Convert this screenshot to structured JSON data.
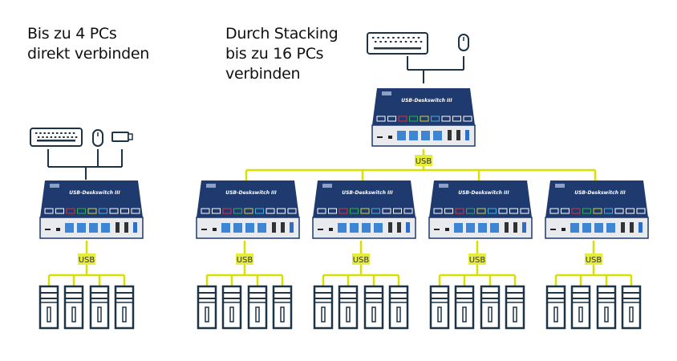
{
  "captions": {
    "left": [
      "Bis zu 4 PCs",
      "direkt verbinden"
    ],
    "right": [
      "Durch Stacking",
      "bis zu 16 PCs",
      "verbinden"
    ]
  },
  "switch_label": "USB-Deskswitch III",
  "usb_label": "USB",
  "colors": {
    "usb_line": "#d8e000",
    "usb_badge": "#e6ec3a",
    "switch_body": "#1f3a6e",
    "switch_front": "#e8eaee",
    "port_blue": "#3d86d6",
    "pc_outline": "#1d3346",
    "peripheral_outline": "#1d3346"
  },
  "icons": [
    "keyboard-icon",
    "mouse-icon",
    "usb-stick-icon",
    "kvm-switch-icon",
    "pc-tower-icon"
  ]
}
